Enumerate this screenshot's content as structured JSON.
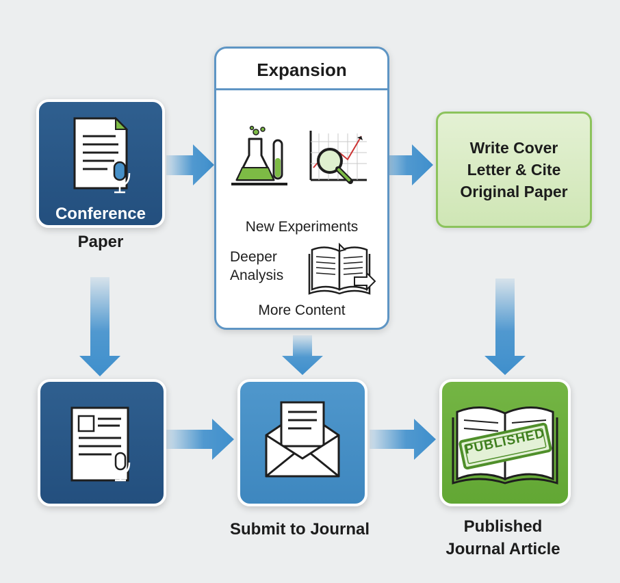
{
  "conference": {
    "label_line1": "Conference",
    "label_line2": "Paper"
  },
  "expansion": {
    "title": "Expansion",
    "item1": "New Experiments",
    "item2_line1": "Deeper",
    "item2_line2": "Analysis",
    "item3": "More Content"
  },
  "cover": {
    "line1": "Write Cover",
    "line2": "Letter & Cite",
    "line3": "Original Paper"
  },
  "submit": {
    "label": "Submit to Journal"
  },
  "published": {
    "label_line1": "Published",
    "label_line2": "Journal Article",
    "stamp": "PUBLISHED"
  },
  "colors": {
    "dark_blue": "#2a5a8a",
    "mid_blue": "#4690c8",
    "green": "#6aae3c",
    "light_green": "#d9ecc4",
    "arrow": "#3f8fcc"
  }
}
